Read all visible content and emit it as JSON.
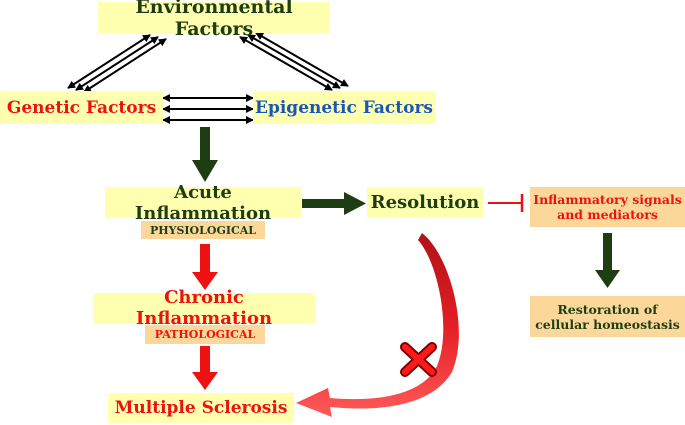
{
  "nodes": {
    "environmental": "Environmental Factors",
    "genetic": "Genetic Factors",
    "epigenetic": "Epigenetic Factors",
    "acute": "Acute Inflammation",
    "physiological": "PHYSIOLOGICAL",
    "chronic": "Chronic Inflammation",
    "pathological": "PATHOLOGICAL",
    "ms": "Multiple Sclerosis",
    "resolution": "Resolution",
    "signals_line1": "Inflammatory signals",
    "signals_line2": "and mediators",
    "restoration_line1": "Restoration of",
    "restoration_line2": "cellular homeostasis"
  },
  "colors": {
    "dark_green": "#1f3d12",
    "red": "#ee1111",
    "blue": "#1a56b8",
    "box_yellow": "#ffffb0",
    "box_tan": "#fbd89a"
  }
}
